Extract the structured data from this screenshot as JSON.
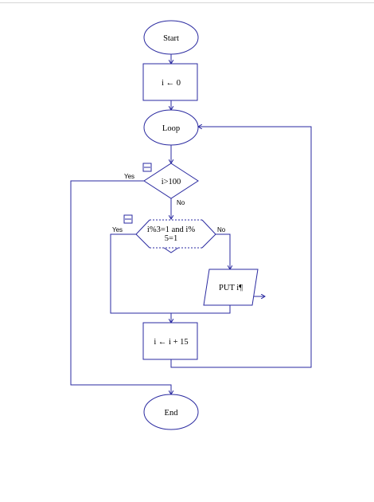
{
  "colors": {
    "stroke": "#2a2aa0",
    "text": "#000000",
    "background": "#ffffff",
    "page_edge": "#d6d6d6"
  },
  "nodes": {
    "start": "Start",
    "init": "i ← 0",
    "loop": "Loop",
    "cond_limit": "i>100",
    "cond_mod_line1": "i%3=1 and i%",
    "cond_mod_line2": "5=1",
    "put": "PUT i¶",
    "increment": "i ← i + 15",
    "end": "End"
  },
  "edges": {
    "limit_yes": "Yes",
    "limit_no": "No",
    "mod_yes": "Yes",
    "mod_no": "No"
  },
  "icons": {
    "collapse_limit": "collapse-toggle-icon",
    "collapse_mod": "collapse-toggle-icon"
  }
}
